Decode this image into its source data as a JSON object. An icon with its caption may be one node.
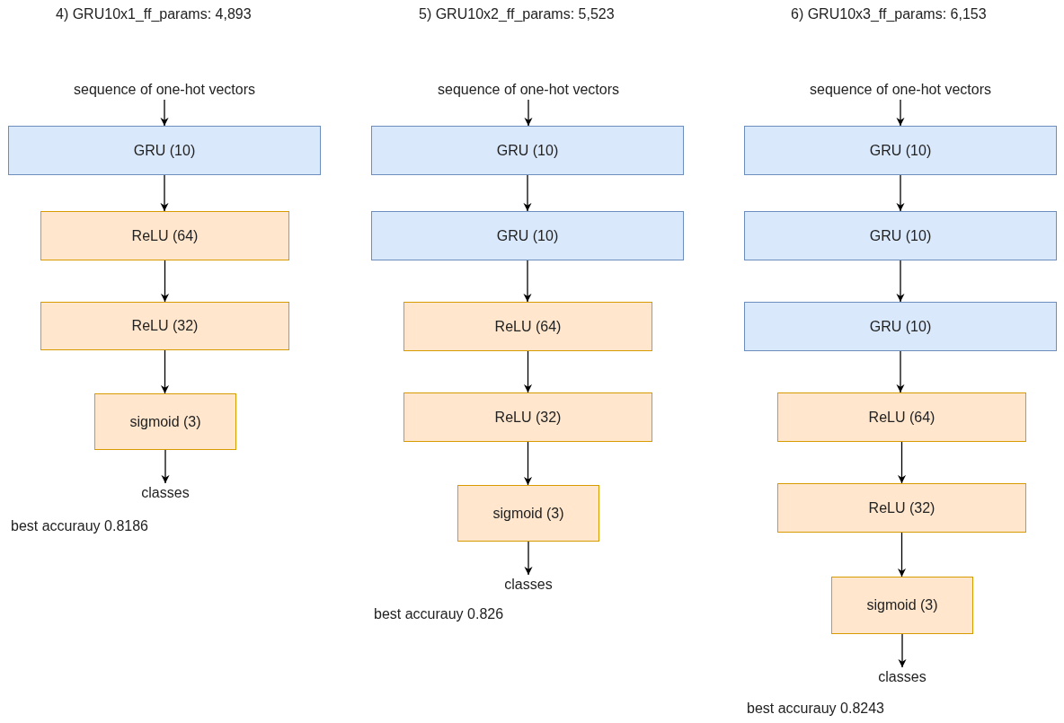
{
  "diagram": {
    "nodes": [
      {
        "text": [
          "sequence of one-hot vectors"
        ]
      },
      {
        "text": [
          "GRU (10)"
        ]
      },
      {
        "text": [
          "ReLU (64)"
        ]
      },
      {
        "text": [
          "ReLU (32)"
        ]
      },
      {
        "text": [
          "sigmoid (3)"
        ]
      },
      {
        "text": [
          "classes"
        ]
      },
      {
        "text": [
          "sequence of one-hot vectors"
        ]
      },
      {
        "text": [
          "GRU (10)"
        ]
      },
      {
        "text": [
          "GRU (10)"
        ]
      },
      {
        "text": [
          "ReLU (64)"
        ]
      },
      {
        "text": [
          "ReLU (32)"
        ]
      },
      {
        "text": [
          "sigmoid (3)"
        ]
      },
      {
        "text": [
          "classes"
        ]
      },
      {
        "text": [
          "sequence of one-hot vectors"
        ]
      },
      {
        "text": [
          "GRU (10)"
        ]
      },
      {
        "text": [
          "GRU (10)"
        ]
      },
      {
        "text": [
          "GRU (10)"
        ]
      },
      {
        "text": [
          "ReLU (64)"
        ]
      },
      {
        "text": [
          "ReLU (32)"
        ]
      },
      {
        "text": [
          "sigmoid (3)"
        ]
      },
      {
        "text": [
          "classes"
        ]
      }
    ],
    "edges": [
      {
        "from": 0,
        "to": 1,
        "arrow": "to"
      },
      {
        "from": 1,
        "to": 2,
        "arrow": "to"
      },
      {
        "from": 2,
        "to": 3,
        "arrow": "to"
      },
      {
        "from": 3,
        "to": 4,
        "arrow": "to"
      },
      {
        "from": 4,
        "to": 5,
        "arrow": "to"
      },
      {
        "from": 6,
        "to": 7,
        "arrow": "to"
      },
      {
        "from": 7,
        "to": 8,
        "arrow": "to"
      },
      {
        "from": 8,
        "to": 9,
        "arrow": "to"
      },
      {
        "from": 9,
        "to": 10,
        "arrow": "to"
      },
      {
        "from": 10,
        "to": 11,
        "arrow": "to"
      },
      {
        "from": 11,
        "to": 12,
        "arrow": "to"
      },
      {
        "from": 13,
        "to": 14,
        "arrow": "to"
      },
      {
        "from": 14,
        "to": 15,
        "arrow": "to"
      },
      {
        "from": 15,
        "to": 16,
        "arrow": "to"
      },
      {
        "from": 16,
        "to": 17,
        "arrow": "to"
      },
      {
        "from": 17,
        "to": 18,
        "arrow": "to"
      },
      {
        "from": 18,
        "to": 19,
        "arrow": "to"
      },
      {
        "from": 19,
        "to": 20,
        "arrow": "to"
      }
    ],
    "labels": [
      "4) GRU10x1_ff_params: 4,893",
      "5) GRU10x2_ff_params: 5,523",
      "6) GRU10x3_ff_params: 6,153",
      "best accurauy 0.8186",
      "best accurauy 0.826",
      "best accurauy 0.8243"
    ]
  }
}
